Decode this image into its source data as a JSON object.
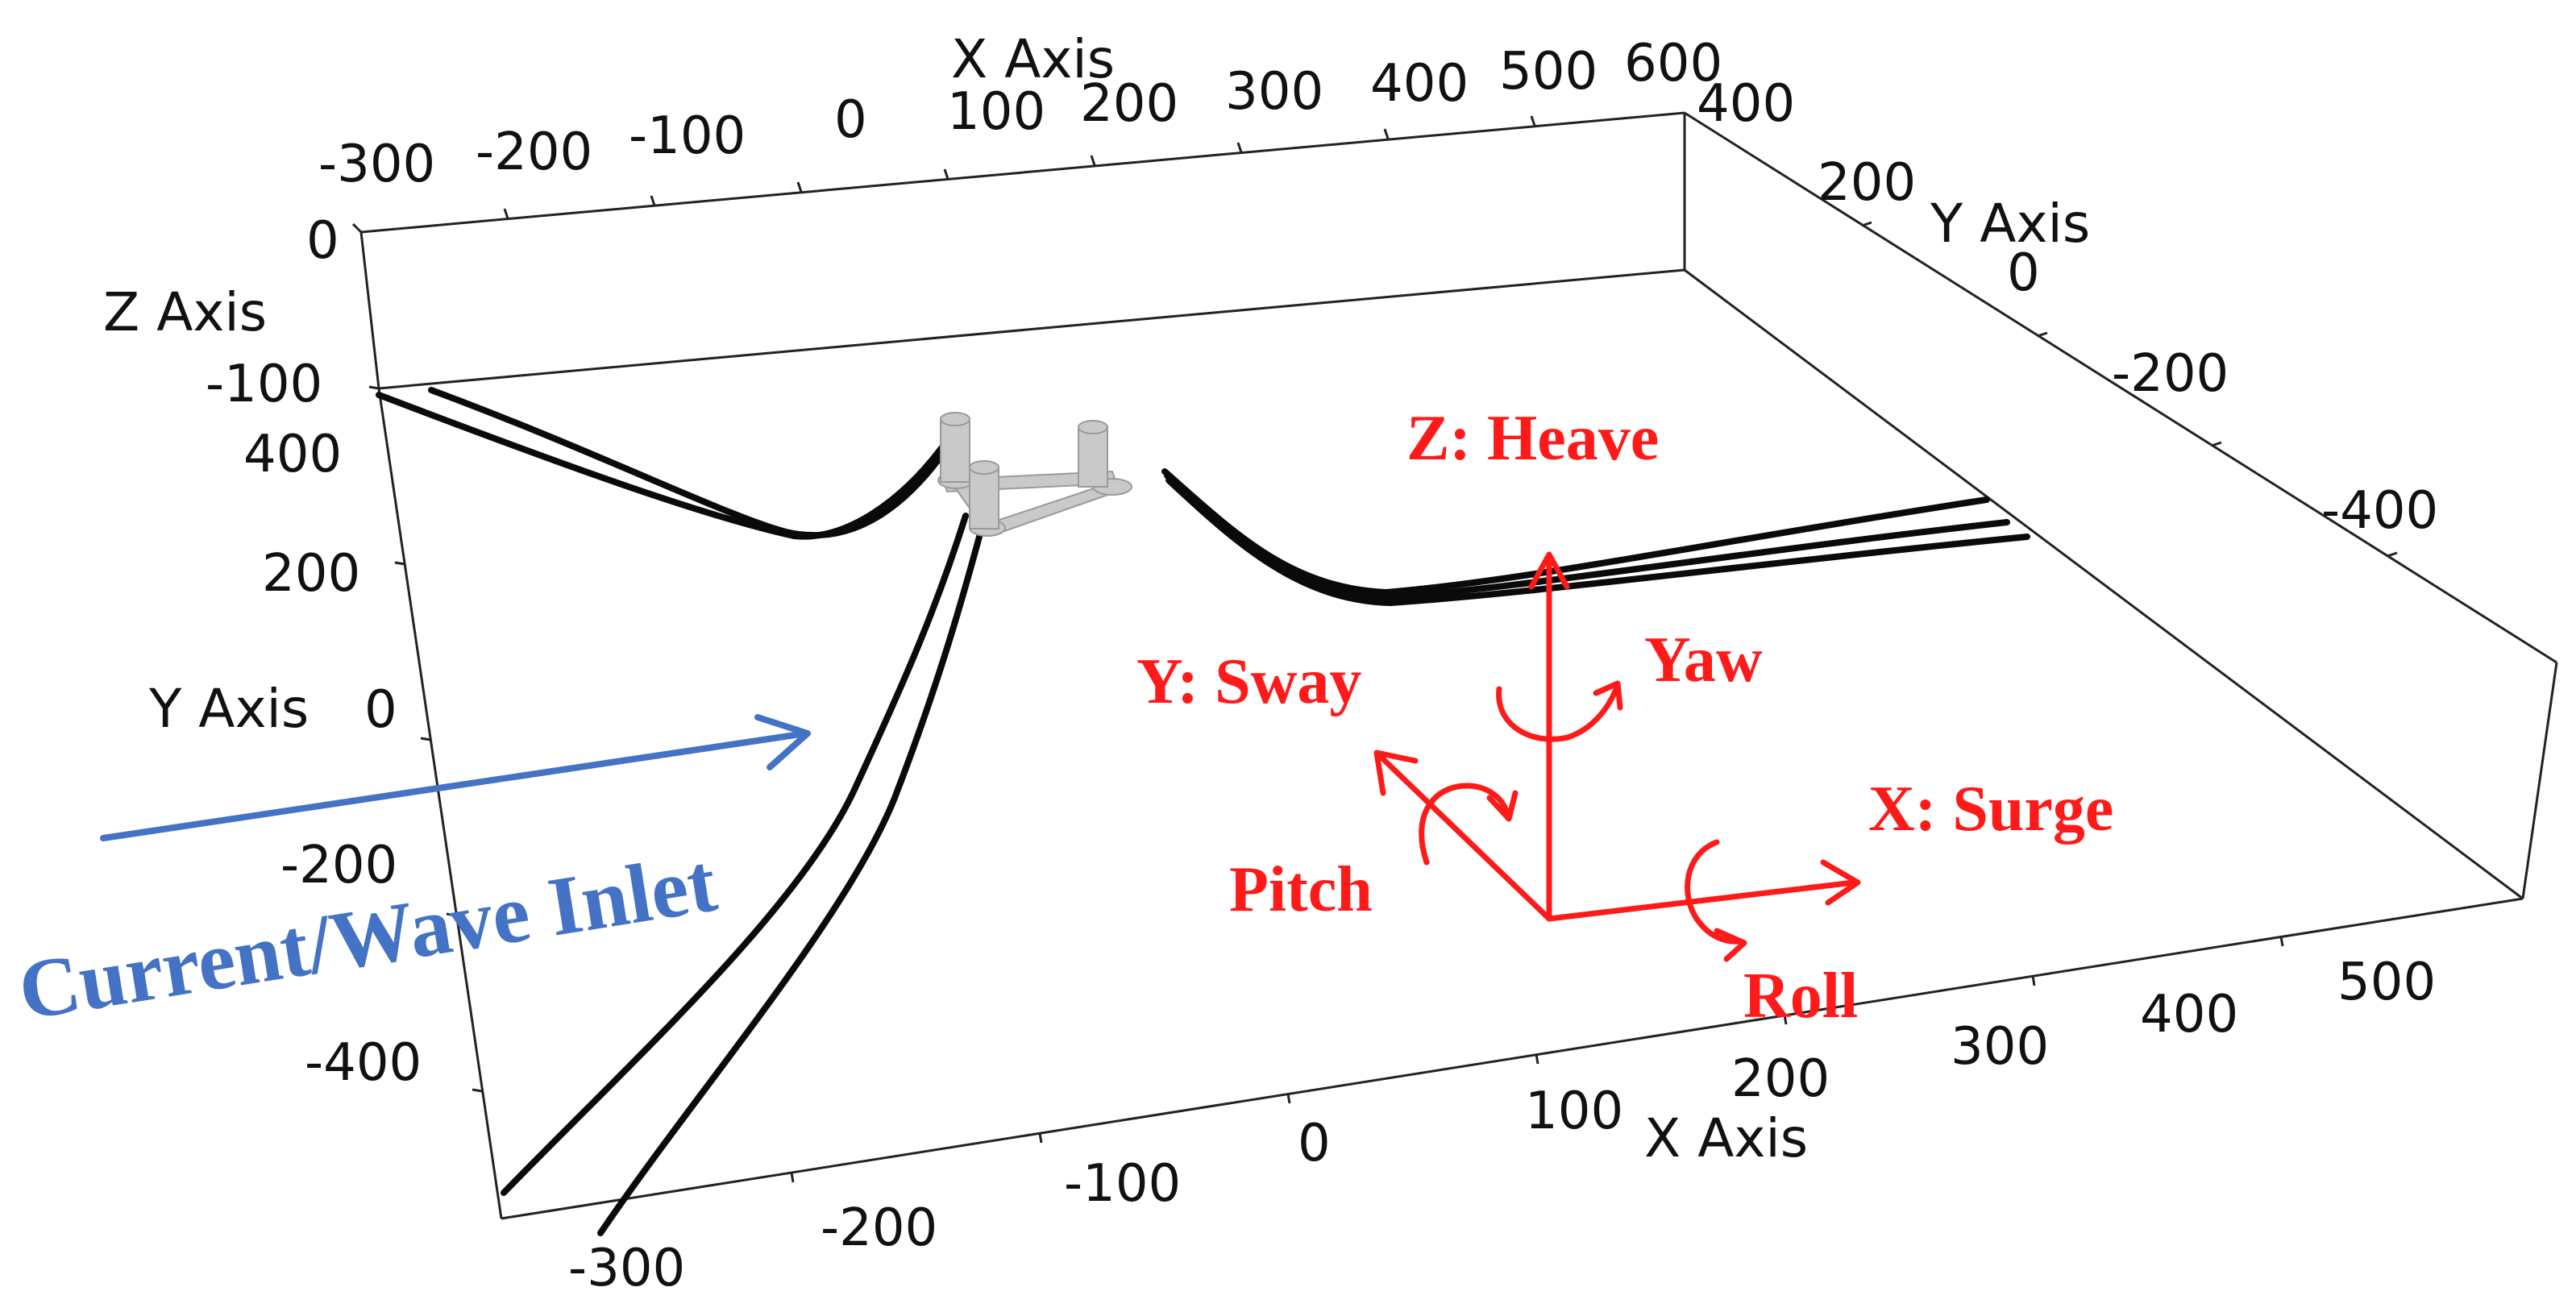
{
  "axis_titles": {
    "x_top": "X Axis",
    "x_bottom": "X Axis",
    "y_right": "Y Axis",
    "y_left": "Y Axis",
    "z_left": "Z Axis"
  },
  "ticks": {
    "x_top": [
      "-300",
      "-200",
      "-100",
      "0",
      "100",
      "200",
      "300",
      "400",
      "500",
      "600"
    ],
    "x_bottom": [
      "-300",
      "-200",
      "-100",
      "0",
      "100",
      "200",
      "300",
      "400",
      "500"
    ],
    "y_right": [
      "400",
      "200",
      "0",
      "-200",
      "-400"
    ],
    "y_left": [
      "400",
      "200",
      "0",
      "-200",
      "-400"
    ],
    "z_left": [
      "0",
      "-100"
    ]
  },
  "dof_labels": {
    "heave": "Z: Heave",
    "sway": "Y: Sway",
    "surge": "X: Surge",
    "yaw": "Yaw",
    "pitch": "Pitch",
    "roll": "Roll"
  },
  "inlet_label": "Current/Wave Inlet",
  "colors": {
    "dof": "#ff1a1a",
    "inlet": "#4472c4",
    "mooring": "#0a0a0a",
    "platform": "#c9c9c9"
  }
}
